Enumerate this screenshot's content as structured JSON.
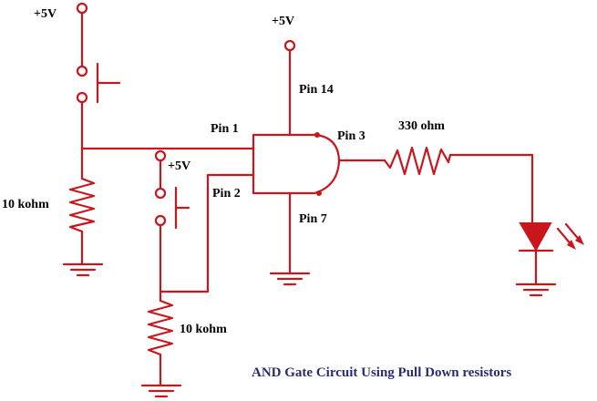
{
  "labels": {
    "plus5v_top_left": "+5V",
    "plus5v_top_center": "+5V",
    "plus5v_mid": "+5V",
    "pin14": "Pin 14",
    "pin1": "Pin 1",
    "pin2": "Pin 2",
    "pin3": "Pin 3",
    "pin7": "Pin 7",
    "resistor_330": "330 ohm",
    "resistor_10k_a": "10 kohm",
    "resistor_10k_b": "10 kohm"
  },
  "caption": "AND Gate Circuit Using Pull Down resistors",
  "colors": {
    "wire": "#c8161d",
    "text": "#000000",
    "caption": "#2a2d6e"
  }
}
